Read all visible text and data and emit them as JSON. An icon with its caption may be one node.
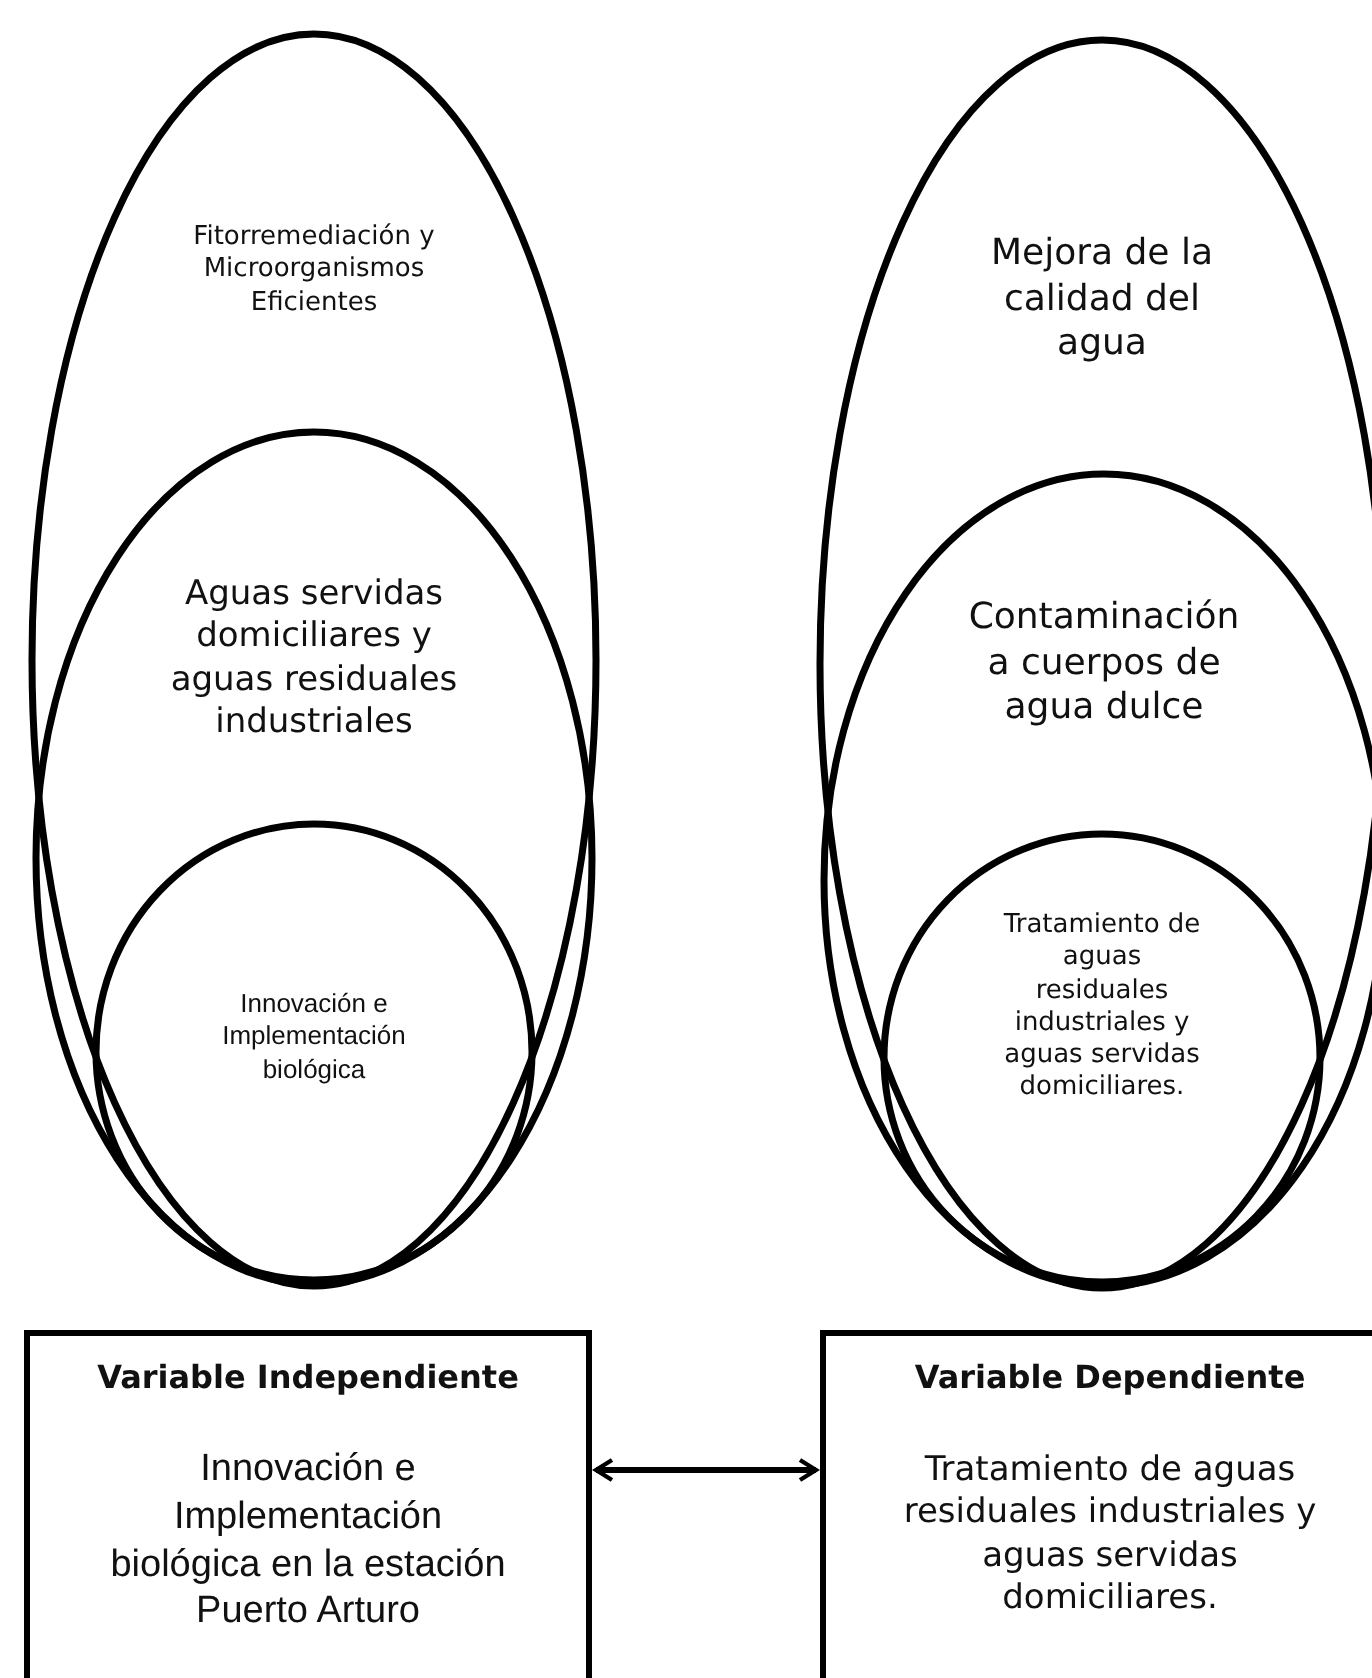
{
  "diagram": {
    "nodes": [
      {
        "text": [
          "Fitorremediación y Microorganismos Eficientes"
        ]
      },
      {
        "text": [
          "Aguas servidas domiciliares y aguas residuales industriales"
        ],
        "in": 0
      },
      {
        "text": [
          "Innovación e Implementación biológica"
        ],
        "in": 1
      },
      {
        "text": [
          "Mejora de la calidad del agua"
        ]
      },
      {
        "text": [
          "Contaminación a cuerpos de agua dulce"
        ],
        "in": 3
      },
      {
        "text": [
          "Tratamiento de aguas residuales industriales y aguas servidas domiciliares."
        ],
        "in": 4
      },
      {
        "text": [
          "Variable Independiente",
          "Innovación e Implementación biológica en la estación Puerto Arturo"
        ]
      },
      {
        "text": [
          "Variable Dependiente",
          "Tratamiento de aguas residuales industriales y aguas servidas domiciliares."
        ]
      }
    ],
    "edges": [
      {
        "from": 6,
        "to": 7,
        "arrow": "both"
      }
    ]
  }
}
